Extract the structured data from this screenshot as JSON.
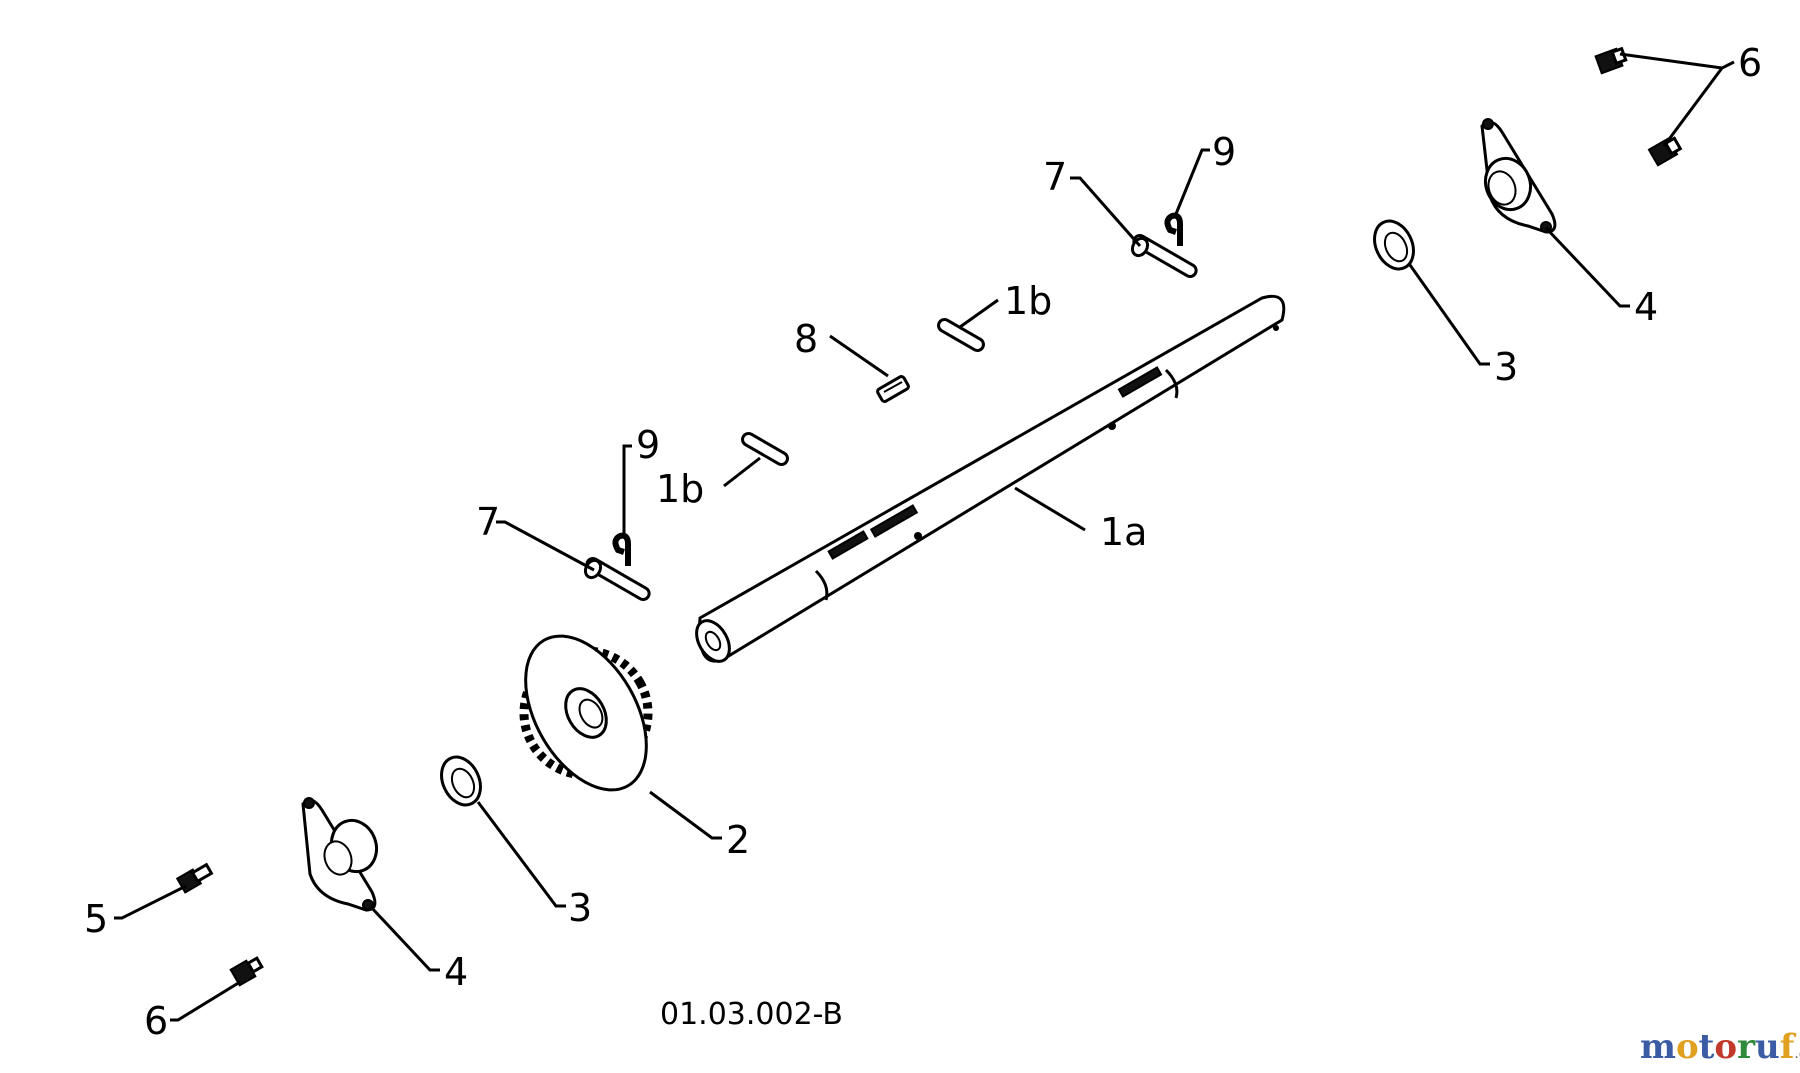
{
  "diagram": {
    "drawing_code": "01.03.002-B",
    "callouts": {
      "shaft": "1a",
      "key_upper": "1b",
      "key_lower": "1b",
      "sprocket": "2",
      "washer_right": "3",
      "washer_left": "3",
      "bearing_flange_right": "4",
      "bearing_flange_left": "4",
      "bolt": "5",
      "nut_right": "6",
      "nut_left": "6",
      "pin_right": "7",
      "pin_left": "7",
      "key_small": "8",
      "clip_right": "9",
      "clip_left": "9"
    }
  },
  "watermark": {
    "letters": [
      "m",
      "o",
      "t",
      "o",
      "r",
      "u",
      "f"
    ],
    "suffix": ".de",
    "colors": [
      "#3b5ba5",
      "#e0a020",
      "#3b5ba5",
      "#c0392b",
      "#2e8b3a",
      "#3b5ba5",
      "#e0a020"
    ]
  }
}
